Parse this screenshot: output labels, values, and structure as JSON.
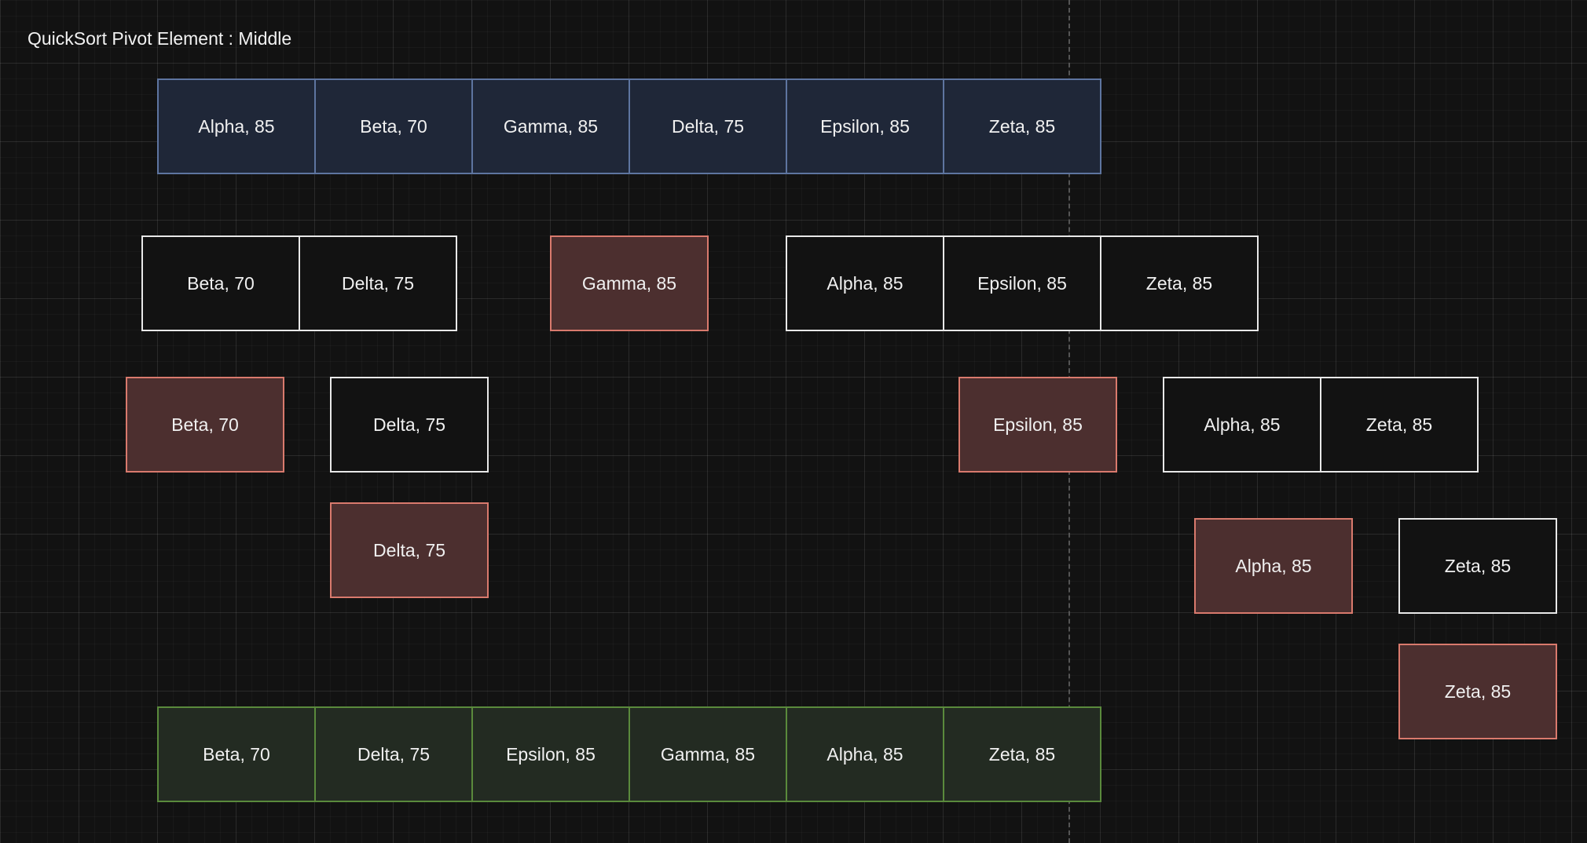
{
  "title": "QuickSort Pivot Element : Middle",
  "colors": {
    "background": "#121212",
    "input_fill": "#1f2738",
    "input_border": "#5e75a0",
    "subarray_fill": "#121212",
    "subarray_border": "#e8e8e8",
    "pivot_fill": "#4c2f2f",
    "pivot_border": "#d97a6d",
    "output_fill": "#232b22",
    "output_border": "#5a8a3c"
  },
  "input_array": [
    "Alpha, 85",
    "Beta, 70",
    "Gamma, 85",
    "Delta, 75",
    "Epsilon, 85",
    "Zeta, 85"
  ],
  "level1": {
    "left": [
      "Beta, 70",
      "Delta, 75"
    ],
    "pivot": "Gamma, 85",
    "right": [
      "Alpha, 85",
      "Epsilon, 85",
      "Zeta, 85"
    ]
  },
  "level2": {
    "left_pivot": "Beta, 70",
    "left_right": [
      "Delta, 75"
    ],
    "right_pivot": "Epsilon, 85",
    "right_right": [
      "Alpha, 85",
      "Zeta, 85"
    ]
  },
  "level3": {
    "left_pivot": "Delta, 75",
    "right_pivot": "Alpha, 85",
    "right_right": [
      "Zeta, 85"
    ]
  },
  "level4": {
    "right_pivot": "Zeta, 85"
  },
  "output_array": [
    "Beta, 70",
    "Delta, 75",
    "Epsilon, 85",
    "Gamma, 85",
    "Alpha, 85",
    "Zeta, 85"
  ]
}
